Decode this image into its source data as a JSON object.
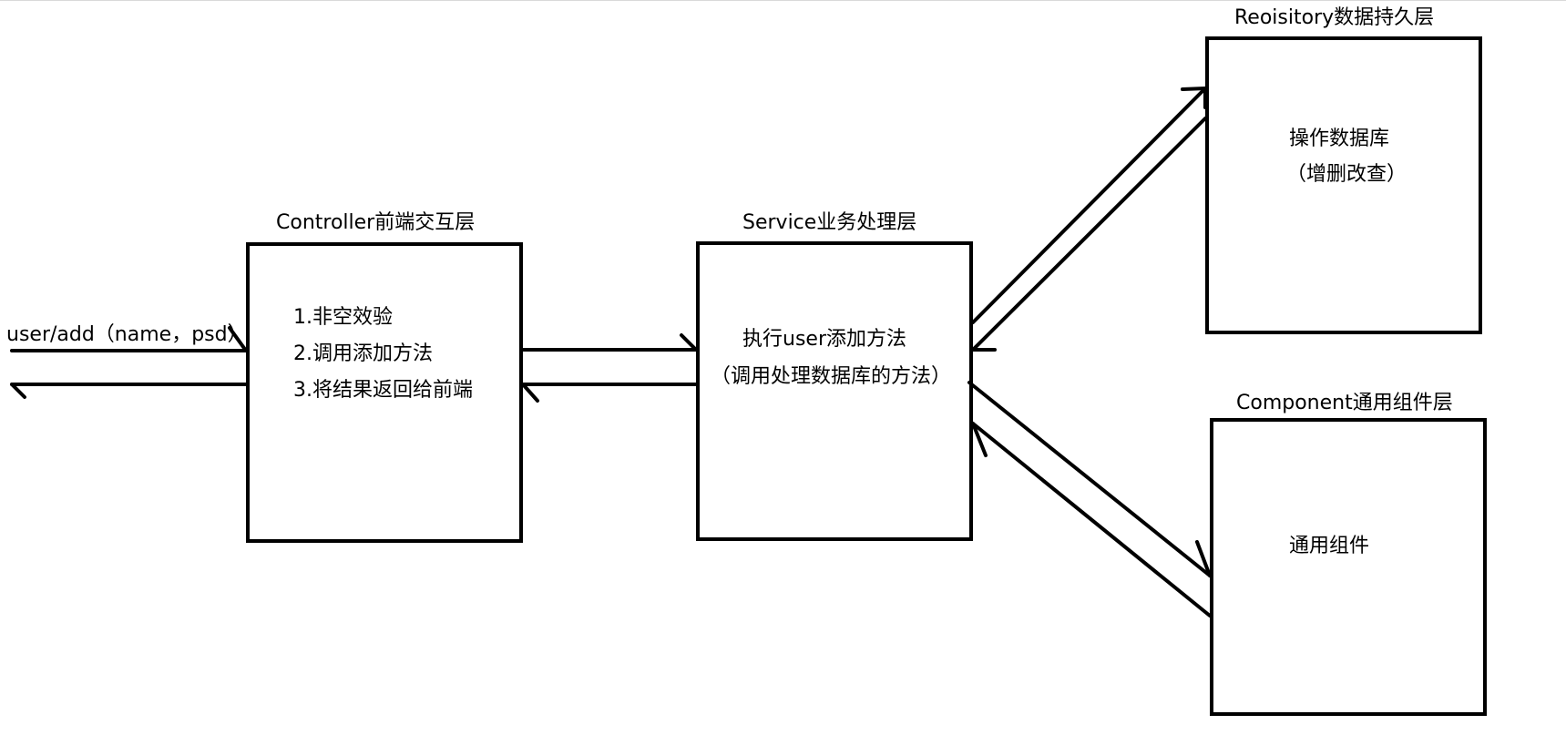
{
  "request": {
    "text": "user/add（name，psd）"
  },
  "controller": {
    "title": "Controller前端交互层",
    "items": [
      "1.非空效验",
      "2.调用添加方法",
      "3.将结果返回给前端"
    ]
  },
  "service": {
    "title": "Service业务处理层",
    "line1": "执行user添加方法",
    "line2": "（调用处理数据库的方法）"
  },
  "repository": {
    "title": "Reoisitory数据持久层",
    "line1": "操作数据库",
    "line2": "（增删改查）"
  },
  "component": {
    "title": "Component通用组件层",
    "line1": "通用组件"
  }
}
